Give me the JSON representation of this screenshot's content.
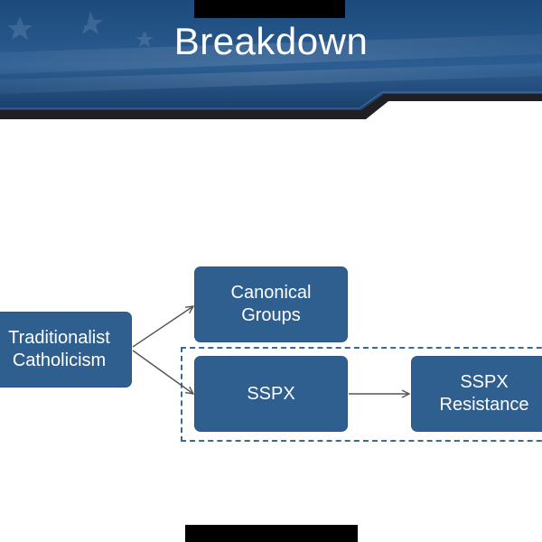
{
  "slide": {
    "title": "Breakdown"
  },
  "theme": {
    "banner_dark": "#143a66",
    "banner_mid": "#2d5f95",
    "box_fill": "#2e5f8f",
    "arrow_color": "#555555",
    "dashed_frame": "#3a6a98"
  },
  "diagram": {
    "nodes": {
      "traditionalist": "Traditionalist\nCatholicism",
      "canonical": "Canonical\nGroups",
      "sspx": "SSPX",
      "resistance": "SSPX\nResistance"
    },
    "edges": [
      {
        "from": "traditionalist",
        "to": "canonical"
      },
      {
        "from": "traditionalist",
        "to": "sspx"
      },
      {
        "from": "sspx",
        "to": "resistance"
      }
    ],
    "group": [
      "sspx",
      "resistance"
    ]
  }
}
